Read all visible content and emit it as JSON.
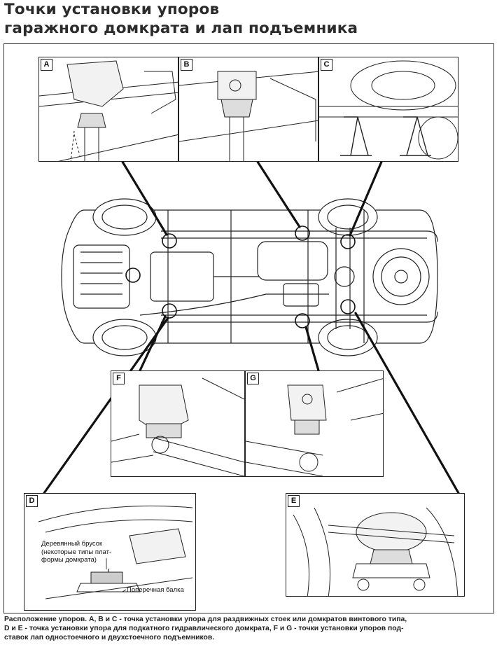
{
  "title": {
    "line1": "Точки установки упоров",
    "line2": "гаражного домкрата и лап подъемника"
  },
  "panels": {
    "a": "A",
    "b": "B",
    "c": "C",
    "d": "D",
    "e": "E",
    "f": "F",
    "g": "G"
  },
  "annotations": {
    "wood_block_line1": "Деревянный брусок",
    "wood_block_line2": "(некоторые типы плат-",
    "wood_block_line3": "формы домкрата)",
    "crossbeam": "Поперечная балка"
  },
  "caption": {
    "line1": "Расположение упоров. A, B и C - точка установки упора для раздвижных стоек или домкратов винтового типа,",
    "line2": "D и E - точка установки упора для подкатного гидравлического домкрата, F и G - точки установки упоров под-",
    "line3": "ставок лап одностоечного и двухстоечного подъемников."
  }
}
